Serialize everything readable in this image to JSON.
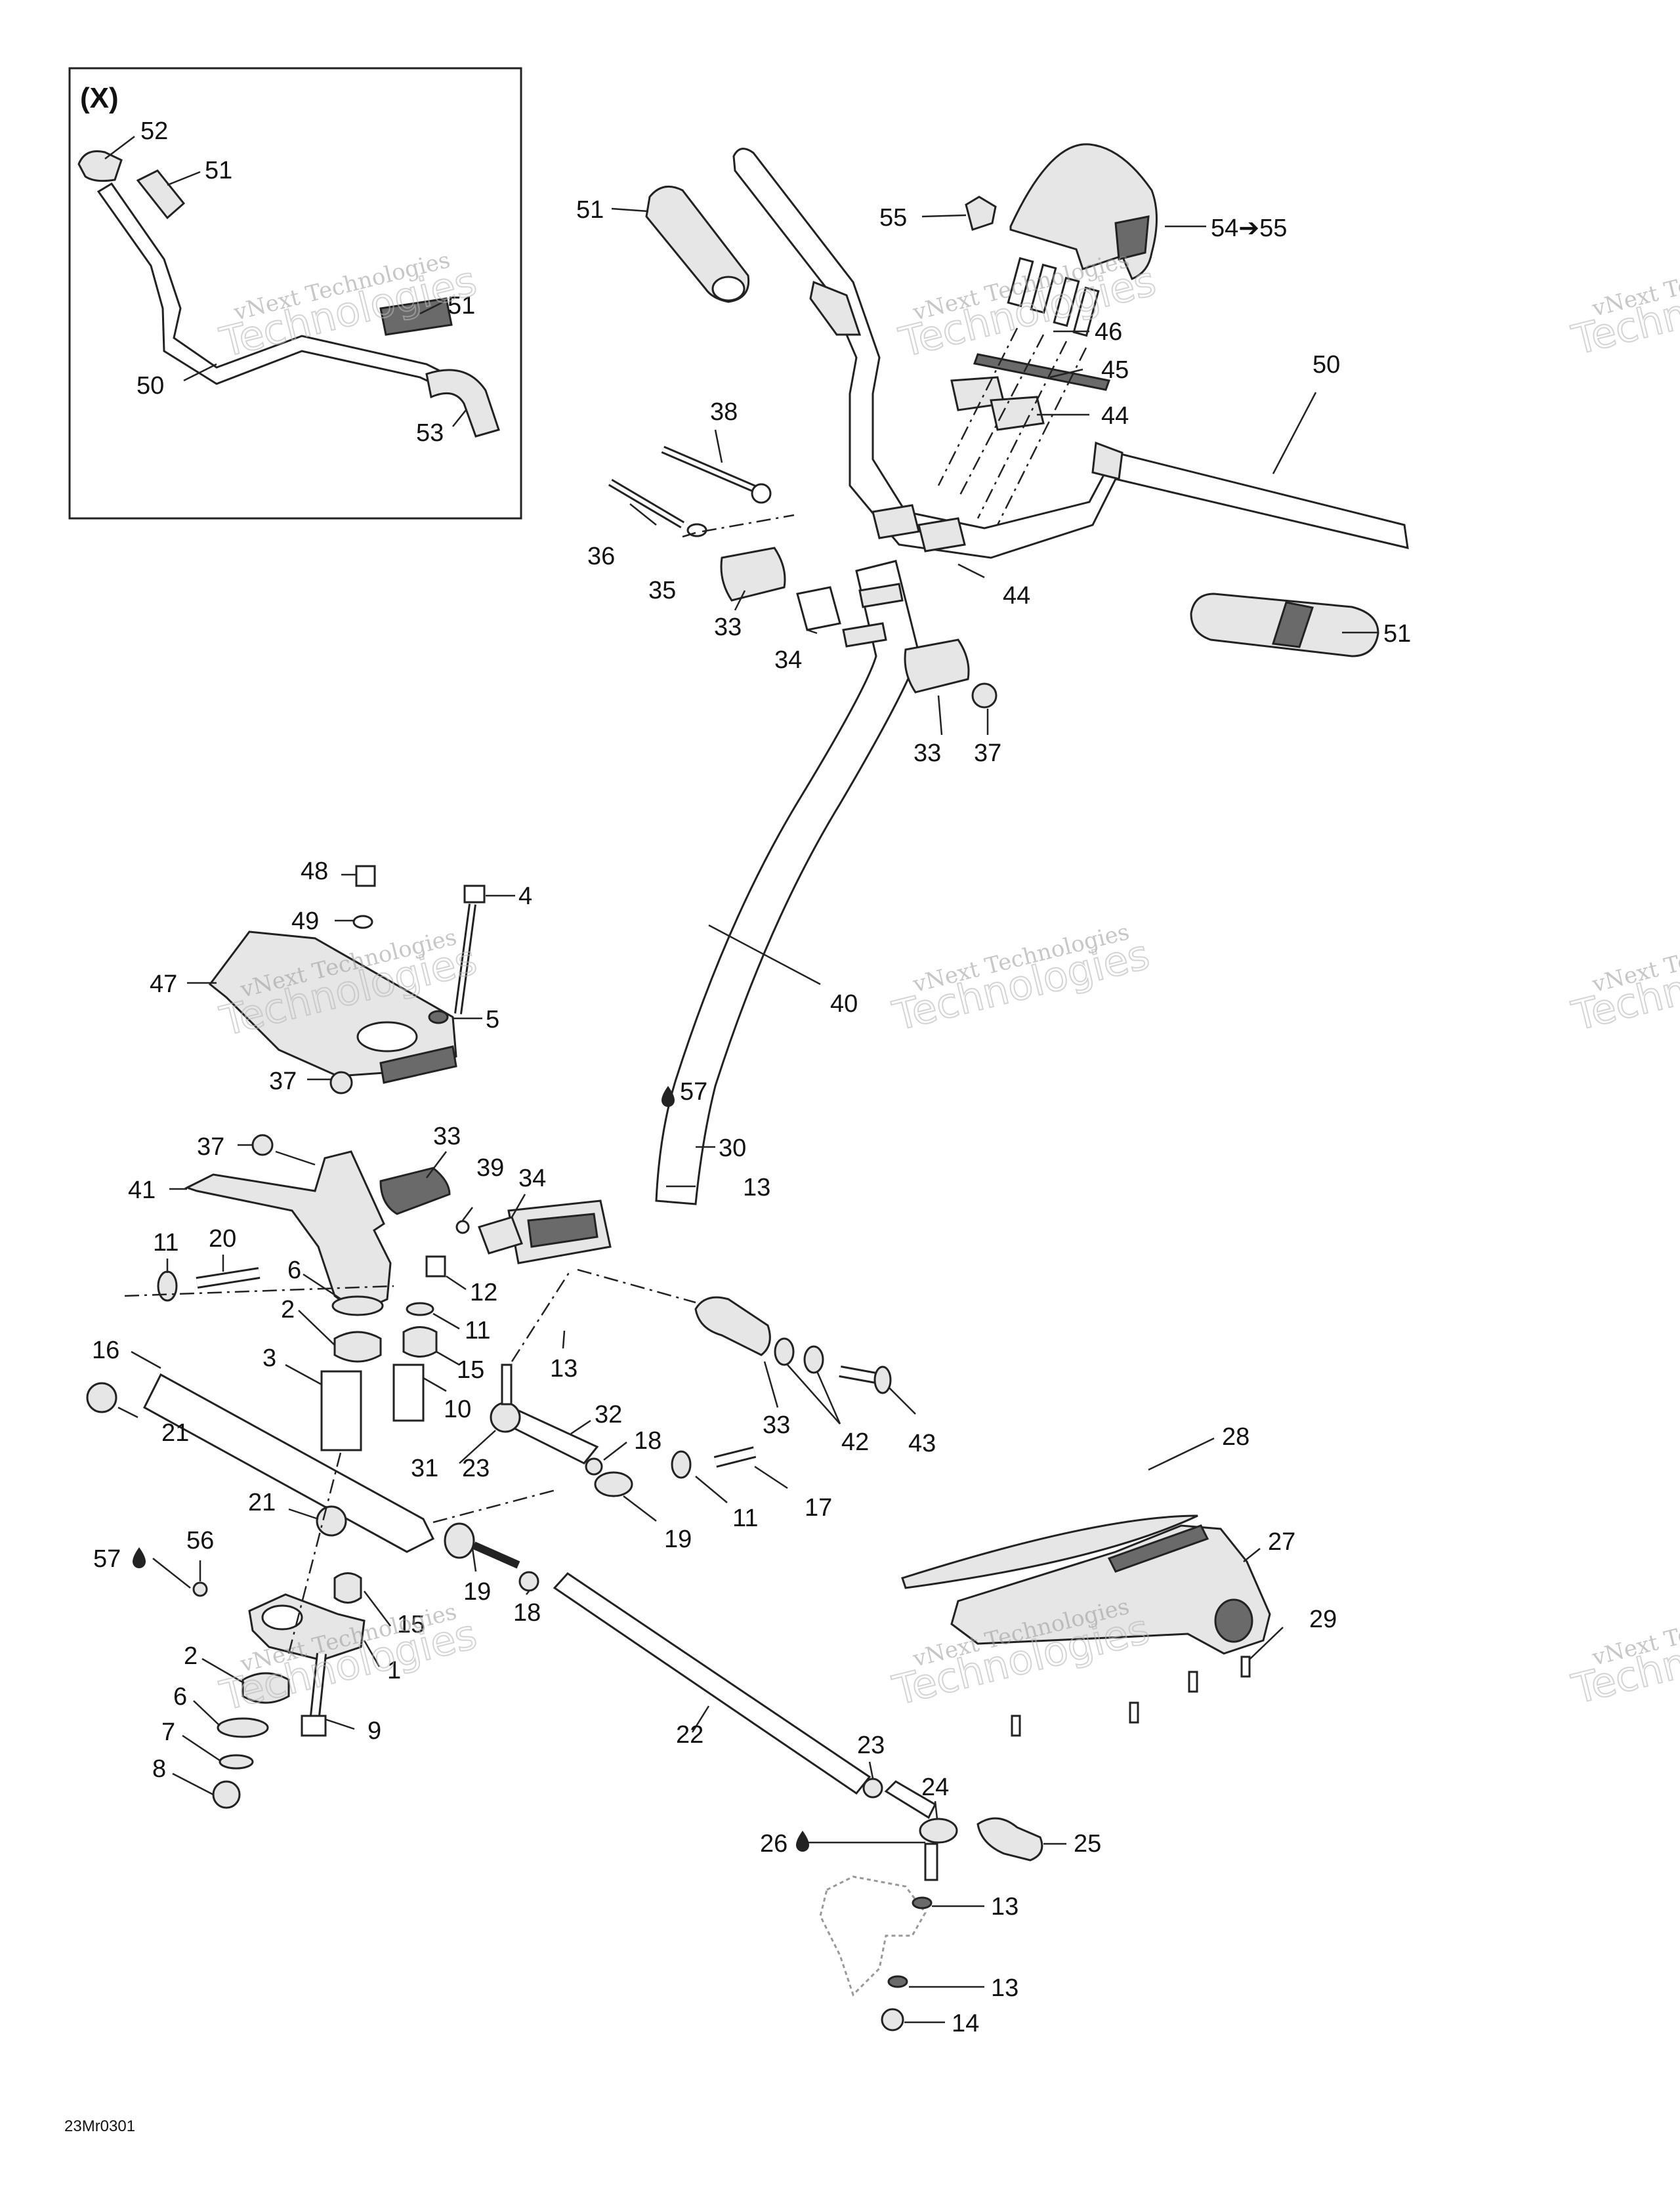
{
  "diagram": {
    "inset_title": "(X)",
    "drawing_code": "23Mr0301",
    "watermark": {
      "line1": "vNext Technologies",
      "line2": "Technologies"
    },
    "callouts": {
      "inset": [
        "52",
        "51",
        "51",
        "50",
        "53"
      ],
      "c51a": "51",
      "c55": "55",
      "c54": "54➔55",
      "c46": "46",
      "c45": "45",
      "c44a": "44",
      "c50": "50",
      "c38": "38",
      "c36": "36",
      "c35": "35",
      "c33a": "33",
      "c34a": "34",
      "c44b": "44",
      "c51b": "51",
      "c33b": "33",
      "c37a": "37",
      "c48": "48",
      "c4": "4",
      "c49": "49",
      "c47": "47",
      "c5": "5",
      "c37b": "37",
      "c40": "40",
      "c57a": "57",
      "c37c": "37",
      "c33c": "33",
      "c30": "30",
      "c39": "39",
      "c34b": "34",
      "c13a": "13",
      "c41": "41",
      "c11a": "11",
      "c20": "20",
      "c6a": "6",
      "c12": "12",
      "c2a": "2",
      "c11b": "11",
      "c13b": "13",
      "c16": "16",
      "c3": "3",
      "c15a": "15",
      "c10": "10",
      "c21a": "21",
      "c33d": "33",
      "c42": "42",
      "c43": "43",
      "c32": "32",
      "c18a": "18",
      "c31": "31",
      "c23a": "23",
      "c11c": "11",
      "c17": "17",
      "c21b": "21",
      "c19a": "19",
      "c28": "28",
      "c56": "56",
      "c57b": "57",
      "c19b": "19",
      "c18b": "18",
      "c27": "27",
      "c15b": "15",
      "c29": "29",
      "c2b": "2",
      "c1": "1",
      "c6b": "6",
      "c9": "9",
      "c7": "7",
      "c22": "22",
      "c8": "8",
      "c23b": "23",
      "c24": "24",
      "c26": "26",
      "c25": "25",
      "c13c": "13",
      "c13d": "13",
      "c14": "14"
    }
  }
}
